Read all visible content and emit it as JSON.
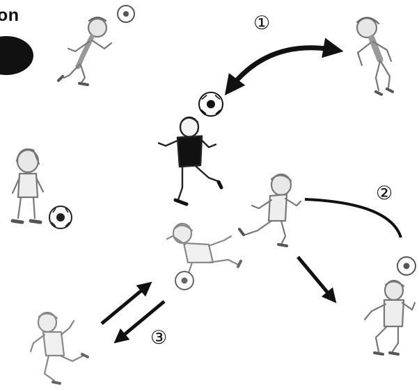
{
  "heading": "on",
  "step_labels": [
    "①",
    "②",
    "③"
  ],
  "colors": {
    "ink": "#111111",
    "sketch": "#777777",
    "sketch_light": "#999999",
    "background": "#ffffff"
  },
  "figures": [
    {
      "name": "player-heading-ball-top-left",
      "icon": "soccer-player-heading"
    },
    {
      "name": "player-center-black-kit",
      "icon": "soccer-player-juggling"
    },
    {
      "name": "player-top-right-heading",
      "icon": "soccer-player-heading"
    },
    {
      "name": "player-left-girl-dribbling",
      "icon": "soccer-player-standing-with-ball"
    },
    {
      "name": "player-middle-right-running",
      "icon": "soccer-player-running"
    },
    {
      "name": "player-middle-kicking",
      "icon": "soccer-player-kicking"
    },
    {
      "name": "player-bottom-right-chest-control",
      "icon": "soccer-player-juggling"
    },
    {
      "name": "player-bottom-left-juggling",
      "icon": "soccer-player-juggling"
    }
  ]
}
